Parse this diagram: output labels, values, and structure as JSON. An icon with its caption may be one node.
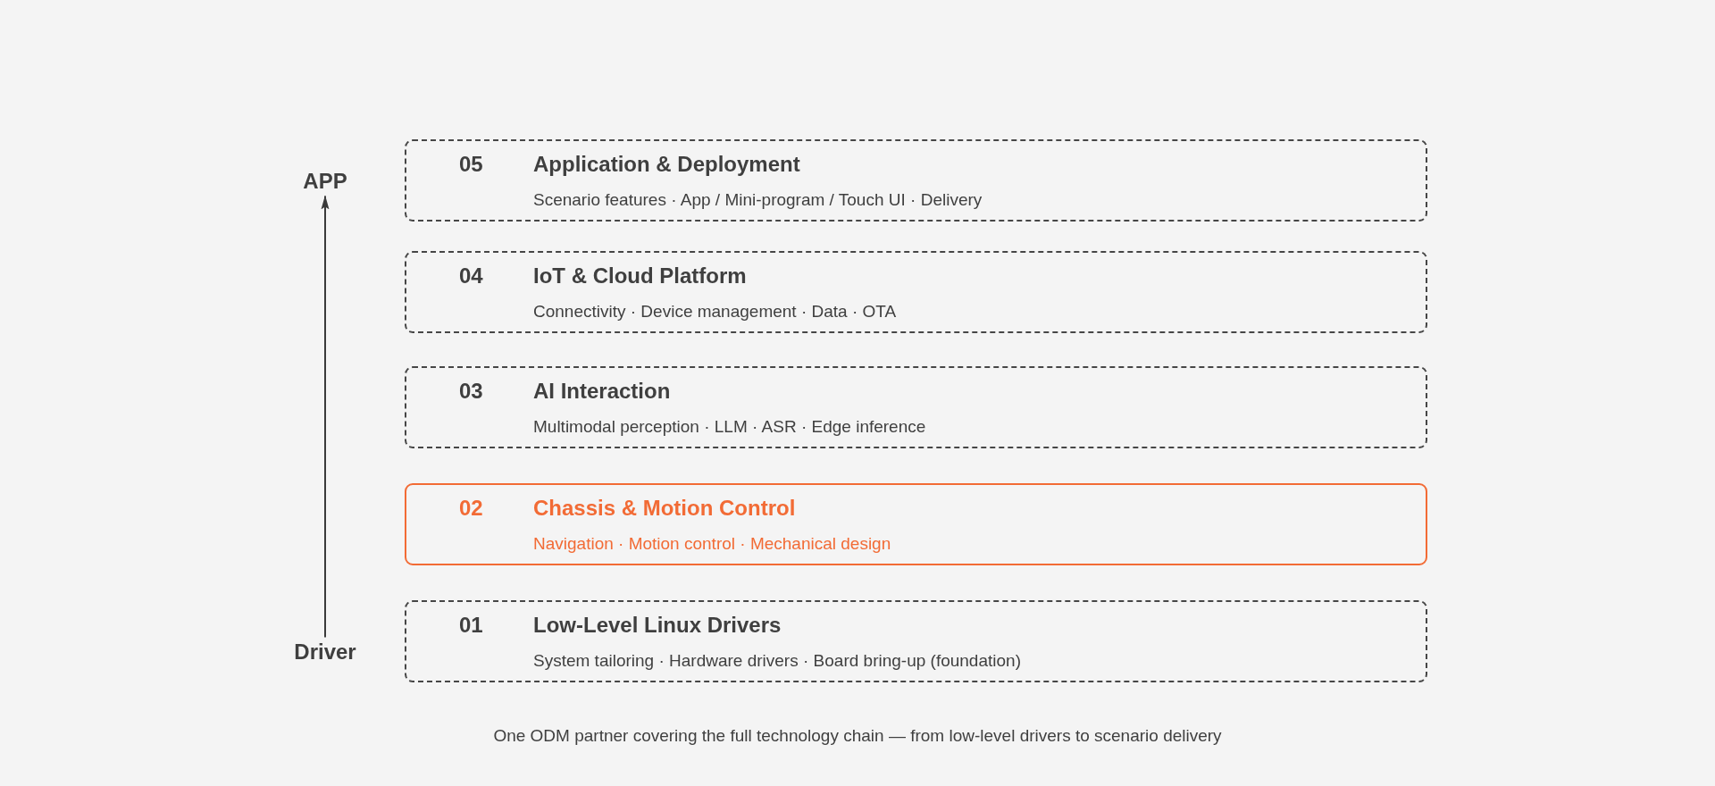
{
  "diagram": {
    "caption": "One ODM partner covering the full technology chain — from low-level drivers to scenario delivery",
    "nodes": [
      {
        "text": [
          "APP"
        ]
      },
      {
        "text": [
          "05",
          "Application & Deployment",
          "Scenario features · App / Mini-program / Touch UI · Delivery"
        ]
      },
      {
        "text": [
          "04",
          "IoT & Cloud Platform",
          "Connectivity · Device management · Data · OTA"
        ]
      },
      {
        "text": [
          "03",
          "AI Interaction",
          "Multimodal perception · LLM · ASR · Edge inference"
        ]
      },
      {
        "text": [
          "02",
          "Chassis & Motion Control",
          "Navigation · Motion control · Mechanical design"
        ]
      },
      {
        "text": [
          "01",
          "Low-Level Linux Drivers",
          "System tailoring · Hardware drivers · Board bring-up (foundation)"
        ]
      },
      {
        "text": [
          "Driver"
        ]
      }
    ],
    "edges": [
      {
        "from": 6,
        "to": 0,
        "arrow": "to"
      }
    ]
  }
}
